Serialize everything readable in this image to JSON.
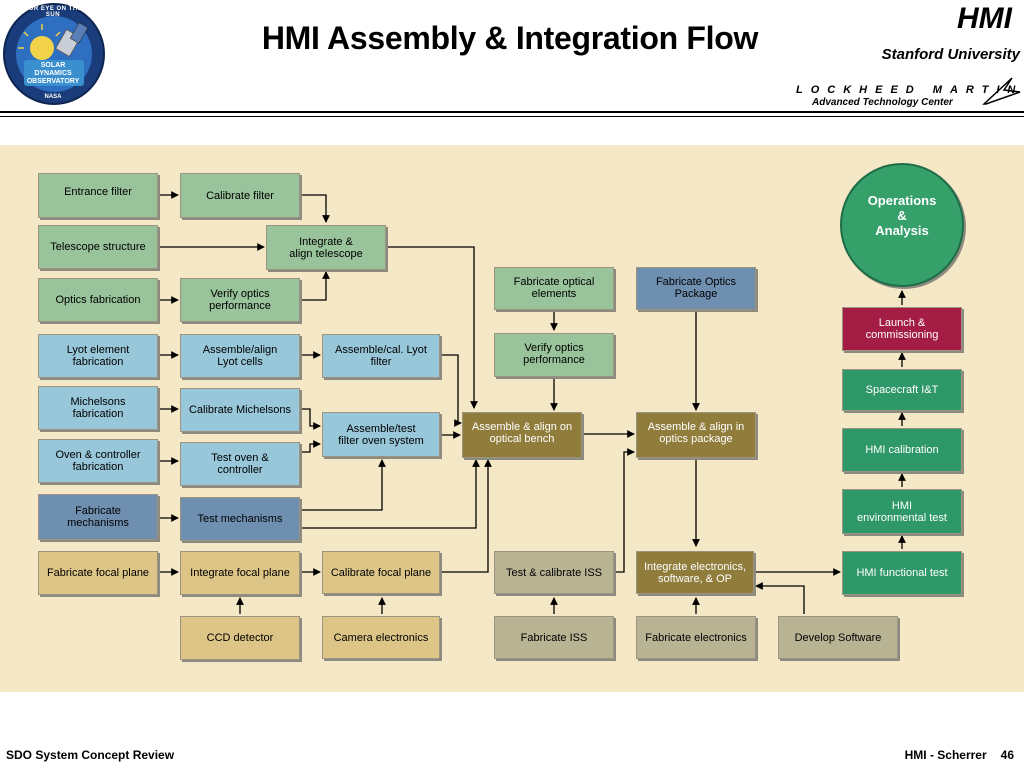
{
  "header": {
    "title": "HMI Assembly & Integration Flow",
    "hmi": "HMI",
    "stanford": "Stanford University",
    "lockheed": "LOCKHEED MARTIN",
    "atc": "Advanced Technology Center",
    "sdo_logo_text": "SOLAR DYNAMICS OBSERVATORY",
    "sdo_logo_ring": "OUR EYE ON THE SUN",
    "sdo_logo_nasa": "NASA"
  },
  "nodes": {
    "entrance_filter": "Entrance filter",
    "calibrate_filter": "Calibrate filter",
    "telescope_structure": "Telescope structure",
    "integrate_align_telescope": "Integrate &\nalign telescope",
    "optics_fabrication": "Optics fabrication",
    "verify_optics_performance_1": "Verify optics\nperformance",
    "lyot_element_fabrication": "Lyot element\nfabrication",
    "assemble_align_lyot_cells": "Assemble/align\nLyot cells",
    "assemble_cal_lyot_filter": "Assemble/cal. Lyot\nfilter",
    "michelsons_fabrication": "Michelsons\nfabrication",
    "calibrate_michelsons": "Calibrate Michelsons",
    "assemble_test_filter_oven": "Assemble/test\nfilter oven system",
    "oven_controller_fabrication": "Oven & controller\nfabrication",
    "test_oven_controller": "Test oven &\ncontroller",
    "fabricate_mechanisms": "Fabricate\nmechanisms",
    "test_mechanisms": "Test mechanisms",
    "fabricate_optical_elements": "Fabricate optical\nelements",
    "verify_optics_performance_2": "Verify optics\nperformance",
    "assemble_align_optical_bench": "Assemble & align on\noptical bench",
    "fabricate_optics_package": "Fabricate Optics\nPackage",
    "assemble_align_optics_package": "Assemble & align in\noptics package",
    "operations_analysis": "Operations\n&\nAnalysis",
    "launch_commissioning": "Launch &\ncommissioning",
    "spacecraft_it": "Spacecraft I&T",
    "hmi_calibration": "HMI calibration",
    "hmi_environmental_test": "HMI\nenvironmental test",
    "hmi_functional_test": "HMI functional test",
    "fabricate_focal_plane": "Fabricate focal plane",
    "integrate_focal_plane": "Integrate focal plane",
    "calibrate_focal_plane": "Calibrate focal plane",
    "test_calibrate_iss": "Test & calibrate ISS",
    "integrate_electronics": "Integrate electronics,\nsoftware, & OP",
    "ccd_detector": "CCD detector",
    "camera_electronics": "Camera electronics",
    "fabricate_iss": "Fabricate ISS",
    "fabricate_electronics": "Fabricate electronics",
    "develop_software": "Develop Software"
  },
  "colors": {
    "green": "#99c39a",
    "blue": "#98c7d9",
    "slate": "#6f8fb0",
    "tan": "#dcc586",
    "olive": "#907d3c",
    "gray": "#b7b393",
    "red": "#a31d45",
    "teal": "#35a06a",
    "background": "#f5e8c6"
  },
  "footer": {
    "left": "SDO System Concept Review",
    "right": "HMI - Scherrer",
    "page": "46"
  }
}
